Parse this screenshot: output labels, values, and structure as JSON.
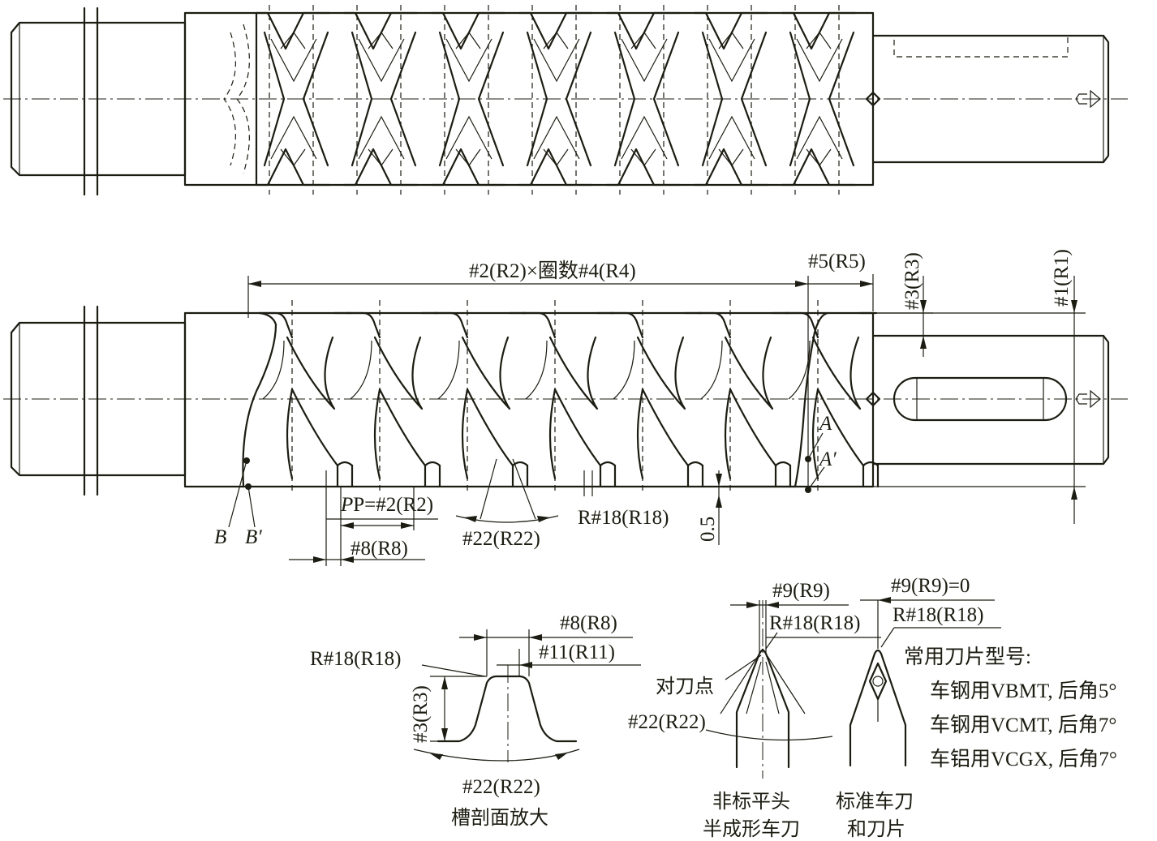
{
  "labels": {
    "turns_dim": "#2(R2)×圈数#4(R4)",
    "d5": "#5(R5)",
    "d3": "#3(R3)",
    "d1": "#1(R1)",
    "pitch": "P=#2(R2)",
    "d8": "#8(R8)",
    "a22": "#22(R22)",
    "r18": "R#18(R18)",
    "d05": "0.5",
    "pt_a": "A",
    "pt_a2": "A′",
    "pt_b": "B",
    "pt_b2": "B′"
  },
  "groove_detail": {
    "d8": "#8(R8)",
    "d11": "#11(R11)",
    "r18": "R#18(R18)",
    "d3": "#3(R3)",
    "a22": "#22(R22)",
    "caption": "槽剖面放大"
  },
  "tool_detail": {
    "d9": "#9(R9)",
    "r18_left": "R#18(R18)",
    "d9_zero": "#9(R9)=0",
    "r18_right": "R#18(R18)",
    "setting_point": "对刀点",
    "a22": "#22(R22)",
    "caption_left_1": "非标平头",
    "caption_left_2": "半成形车刀",
    "caption_right_1": "标准车刀",
    "caption_right_2": "和刀片"
  },
  "inserts": {
    "heading": "常用刀片型号:",
    "items": [
      "车钢用VBMT, 后角5°",
      "车钢用VCMT, 后角7°",
      "车铝用VCGX, 后角7°"
    ]
  }
}
